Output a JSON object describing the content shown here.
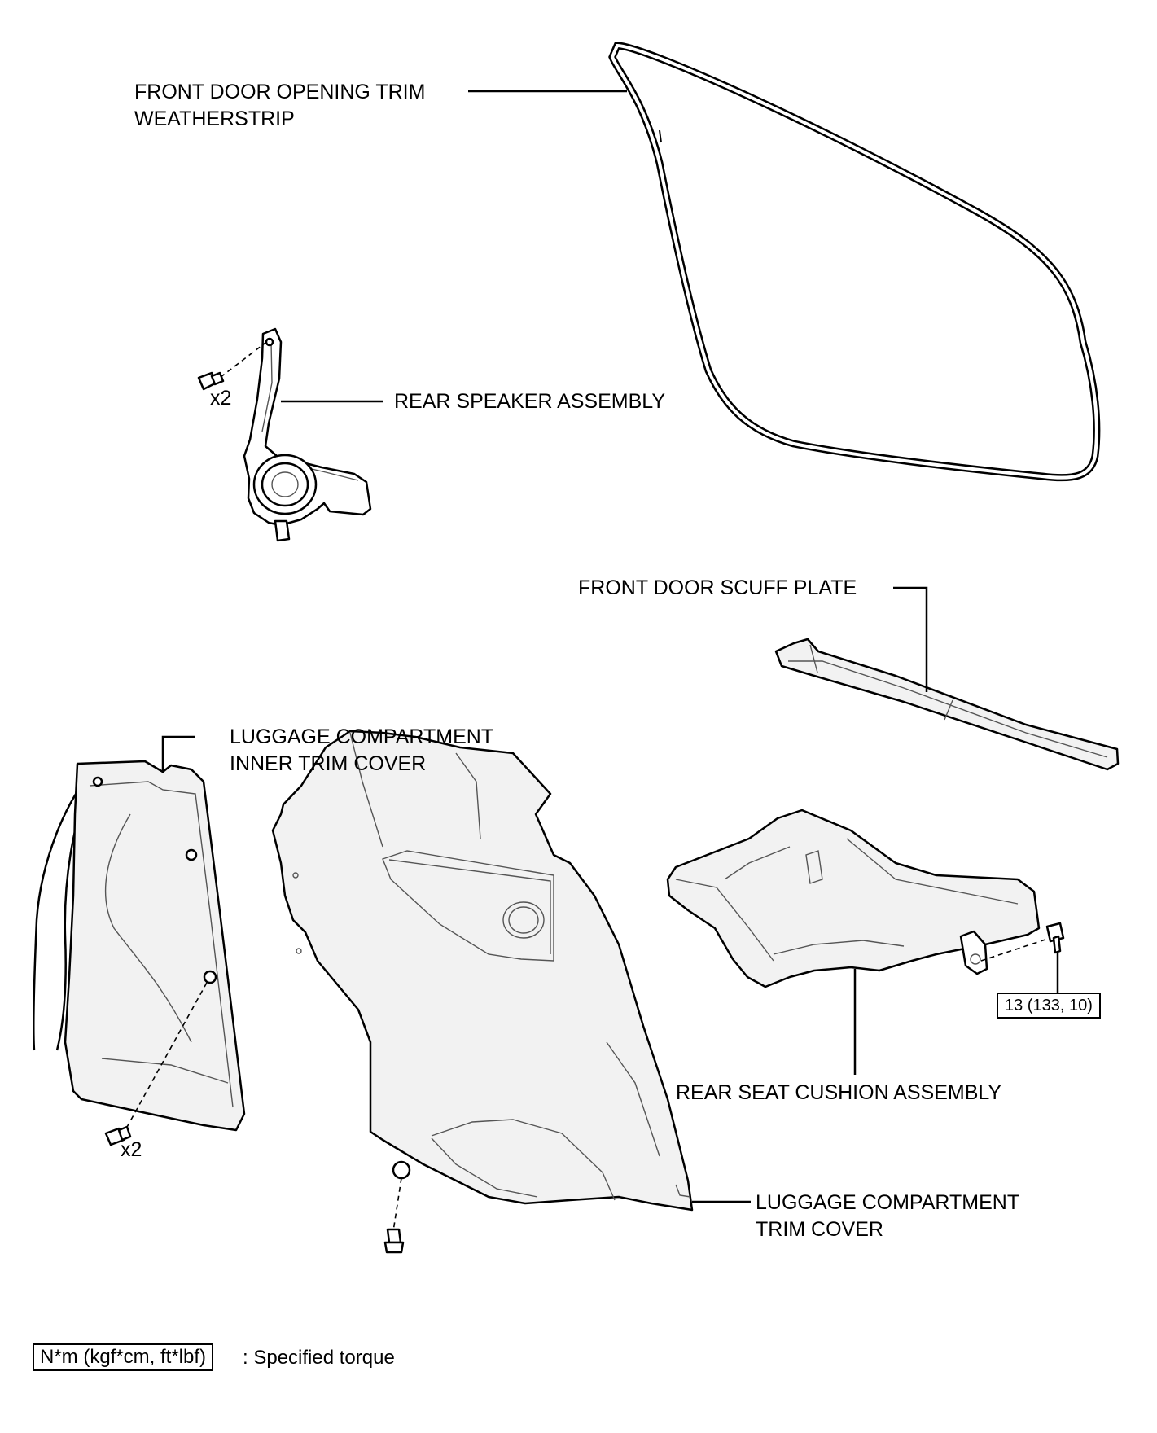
{
  "labels": {
    "weatherstrip_line1": "FRONT DOOR OPENING TRIM",
    "weatherstrip_line2": "WEATHERSTRIP",
    "speaker": "REAR SPEAKER ASSEMBLY",
    "speaker_qty": "x2",
    "scuff_plate": "FRONT DOOR SCUFF PLATE",
    "inner_trim_line1": "LUGGAGE COMPARTMENT",
    "inner_trim_line2": "INNER TRIM COVER",
    "inner_trim_qty": "x2",
    "seat_cushion": "REAR SEAT CUSHION ASSEMBLY",
    "trim_cover_line1": "LUGGAGE COMPARTMENT",
    "trim_cover_line2": "TRIM COVER"
  },
  "torque": {
    "value": "13 (133, 10)"
  },
  "legend": {
    "unit_box": "N*m (kgf*cm, ft*lbf)",
    "description": ": Specified torque"
  }
}
